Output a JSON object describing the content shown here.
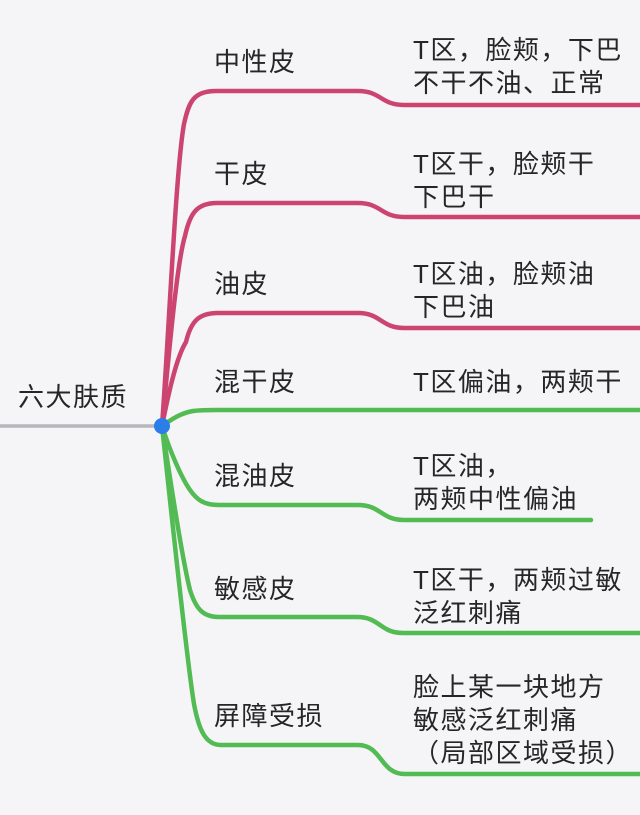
{
  "root": {
    "label": "六大肤质"
  },
  "branches": [
    {
      "label": "中性皮",
      "desc": [
        "T区，脸颊，下巴",
        "不干不油、正常"
      ],
      "color": "pink"
    },
    {
      "label": "干皮",
      "desc": [
        "T区干，脸颊干",
        "下巴干"
      ],
      "color": "pink"
    },
    {
      "label": "油皮",
      "desc": [
        "T区油，脸颊油",
        "下巴油"
      ],
      "color": "pink"
    },
    {
      "label": "混干皮",
      "desc": [
        "T区偏油，两颊干"
      ],
      "color": "green"
    },
    {
      "label": "混油皮",
      "desc": [
        "T区油，",
        "两颊中性偏油"
      ],
      "color": "green"
    },
    {
      "label": "敏感皮",
      "desc": [
        "T区干，两颊过敏",
        "泛红刺痛"
      ],
      "color": "green"
    },
    {
      "label": "屏障受损",
      "desc": [
        "脸上某一块地方",
        "敏感泛红刺痛",
        "（局部区域受损）"
      ],
      "color": "green"
    }
  ],
  "colors": {
    "pink": "#cb4570",
    "green": "#53bb53",
    "dot": "#2b7de9",
    "gray": "#b7b7bb",
    "background": "#f5f4f6",
    "text": "#262626"
  }
}
